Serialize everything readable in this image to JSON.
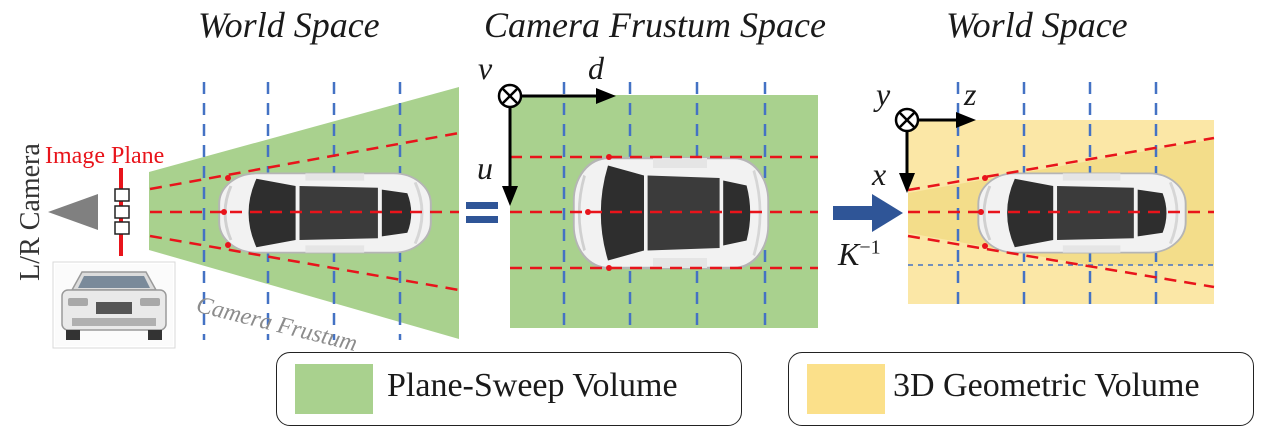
{
  "titles": {
    "left": "World Space",
    "middle": "Camera Frustum Space",
    "right": "World Space"
  },
  "labels": {
    "camera": "L/R Camera",
    "image_plane": "Image Plane",
    "frustum": "Camera Frustum",
    "axis_v": "v",
    "axis_d": "d",
    "axis_u": "u",
    "axis_y": "y",
    "axis_z": "z",
    "axis_x": "x",
    "transform": "K",
    "transform_exp": "−1"
  },
  "legend": {
    "psv_label": "Plane-Sweep Volume",
    "geo_label": "3D Geometric Volume"
  },
  "colors": {
    "psv_green": "#a9d18e",
    "geo_yellow": "#fbe08a",
    "red_dash": "#e8141b",
    "blue_dash": "#4472c4",
    "arrow_blue": "#2f5597"
  }
}
